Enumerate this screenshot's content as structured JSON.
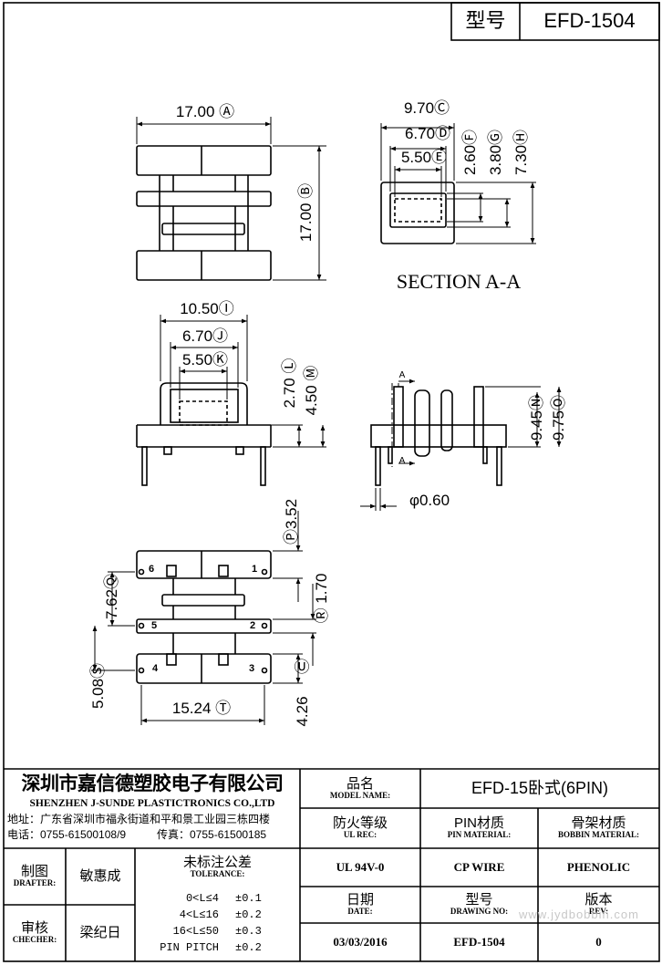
{
  "header": {
    "model_label": "型号",
    "model_value": "EFD-1504"
  },
  "drawing": {
    "dims": {
      "A": "17.00",
      "B": "17.00",
      "C": "9.70",
      "D": "6.70",
      "E": "5.50",
      "F": "2.60",
      "G": "3.80",
      "H": "7.30",
      "I": "10.50",
      "J": "6.70",
      "K": "5.50",
      "L": "2.70",
      "M": "4.50",
      "N": "9.45",
      "O": "9.75",
      "P": "3.52",
      "Q": "7.62",
      "R": "1.70",
      "S": "5.08",
      "T": "15.24",
      "U": "4.26"
    },
    "pin_diameter": "φ0.60",
    "section_title": "SECTION  A-A",
    "section_marker": "A",
    "pin_labels": [
      "6",
      "1",
      "5",
      "2",
      "4",
      "3"
    ]
  },
  "company": {
    "name_cn": "深圳市嘉信德塑胶电子有限公司",
    "name_en": "SHENZHEN J-SUNDE PLASTICTRONICS CO.,LTD",
    "address": "地址：广东省深圳市福永街道和平和景工业园三栋四楼",
    "phone": "电话：0755-61500108/9",
    "fax": "传真：0755-61500185"
  },
  "title_block": {
    "model_name_cn": "品名",
    "model_name_en": "MODEL NAME:",
    "model_name_value": "EFD-15卧式(6PIN)",
    "ul_cn": "防火等级",
    "ul_en": "UL REC:",
    "ul_value": "UL 94V-0",
    "pin_mat_cn": "PIN材质",
    "pin_mat_en": "PIN MATERIAL:",
    "pin_mat_value": "CP WIRE",
    "bobbin_mat_cn": "骨架材质",
    "bobbin_mat_en": "BOBBIN MATERIAL:",
    "bobbin_mat_value": "PHENOLIC",
    "drafter_cn": "制图",
    "drafter_en": "DRAFTER:",
    "drafter_value": "敏惠成",
    "checker_cn": "审核",
    "checker_en": "CHECHER:",
    "checker_value": "梁纪日",
    "tolerance_cn": "未标注公差",
    "tolerance_en": "TOLERANCE:",
    "tolerances": [
      {
        "range": "0<L≤4",
        "value": "±0.1"
      },
      {
        "range": "4<L≤16",
        "value": "±0.2"
      },
      {
        "range": "16<L≤50",
        "value": "±0.3"
      },
      {
        "range": "PIN PITCH",
        "value": "±0.2"
      }
    ],
    "date_cn": "日期",
    "date_en": "DATE:",
    "date_value": "03/03/2016",
    "drawing_no_cn": "型号",
    "drawing_no_en": "DRAWING NO:",
    "drawing_no_value": "EFD-1504",
    "rev_cn": "版本",
    "rev_en": "REV:",
    "rev_value": "0"
  },
  "watermark": "www.jydbobbin.com"
}
